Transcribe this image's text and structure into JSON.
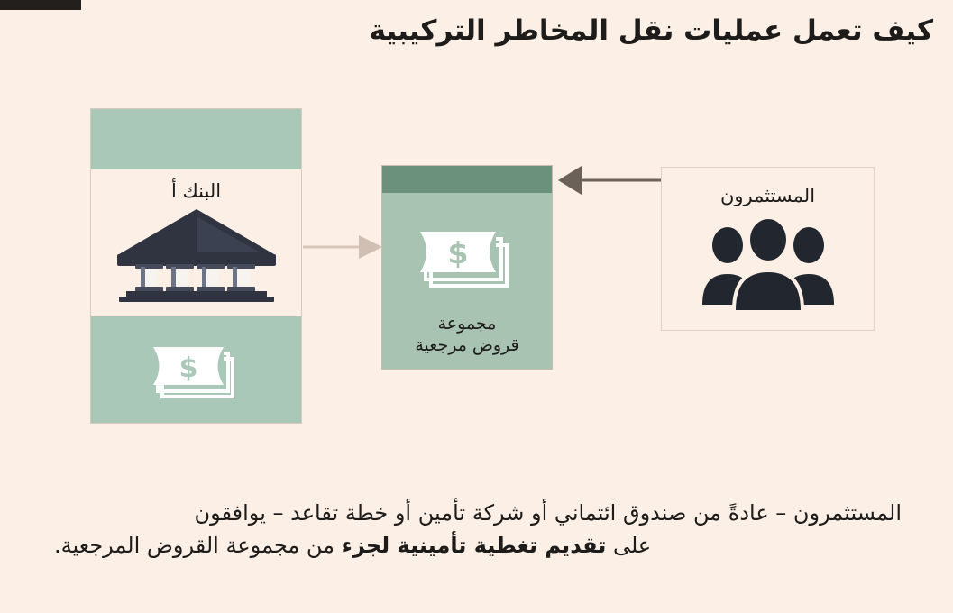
{
  "page": {
    "background_color": "#fcefe6",
    "accent_bar_color": "#231f1d",
    "title": "كيف تعمل عمليات نقل المخاطر التركيبية"
  },
  "colors": {
    "green_light": "#aac8b8",
    "green_body": "#a8c3b2",
    "green_dark": "#6b917c",
    "cream": "#fcefe6",
    "ink": "#1d1c1a",
    "arrow_light": "#d8c5b9",
    "arrow_dark": "#6b6158",
    "box_border": "#d9c8bc"
  },
  "diagram": {
    "bank_box": {
      "label": "البنك أ",
      "building_icon": "bank-building-icon",
      "money_icon": "money-stack-icon"
    },
    "pool_box": {
      "label_line_1": "مجموعة",
      "label_line_2": "قروض مرجعية",
      "money_icon": "money-stack-icon"
    },
    "investors_box": {
      "label": "المستثمرون",
      "people_icon": "three-people-group-icon"
    },
    "arrows": [
      {
        "name": "arrow-bank-to-pool",
        "direction": "right",
        "color": "#d8c5b9",
        "from": "البنك أ",
        "to": "مجموعة قروض مرجعية"
      },
      {
        "name": "arrow-investors-to-pool",
        "direction": "left",
        "color": "#6b6158",
        "from": "المستثمرون",
        "to": "مجموعة قروض مرجعية"
      }
    ]
  },
  "caption": {
    "line_1": "المستثمرون – عادةً من صندوق ائتماني أو شركة تأمين أو خطة تقاعد – يوافقون",
    "line_2_prefix": "على ",
    "line_2_bold": "تقديم تغطية تأمينية لجزء",
    "line_2_suffix": " من مجموعة القروض المرجعية."
  }
}
